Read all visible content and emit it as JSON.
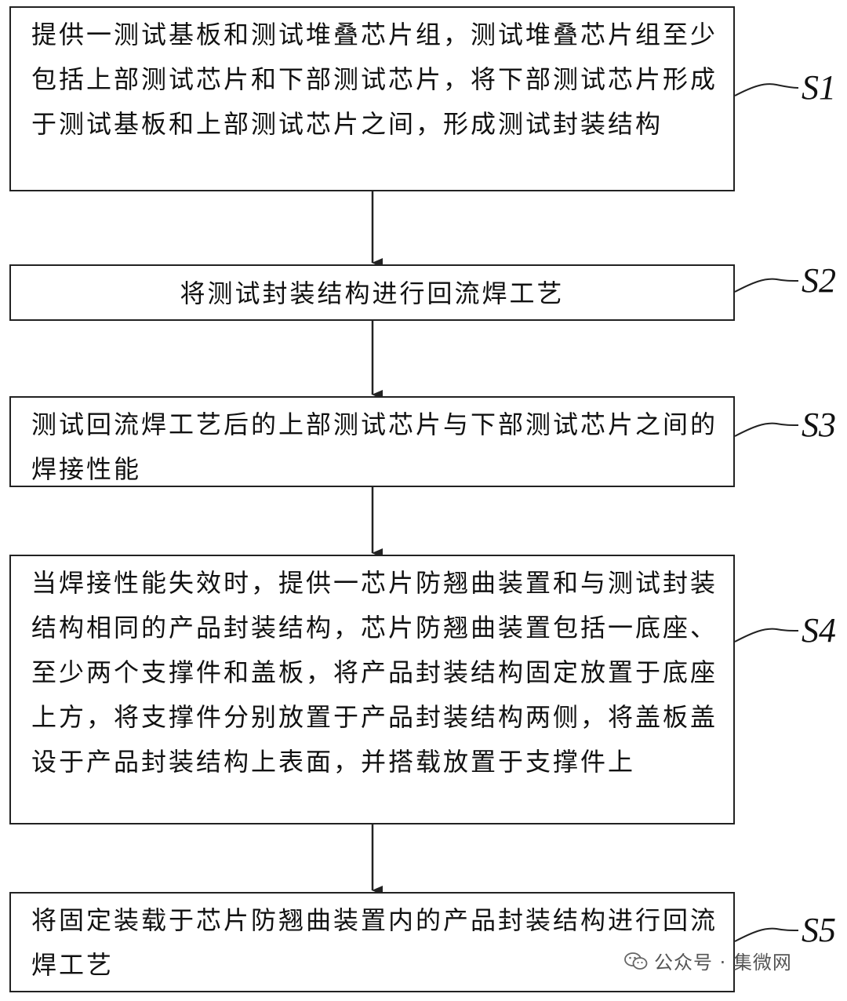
{
  "steps": [
    {
      "id": "S1",
      "text": "提供一测试基板和测试堆叠芯片组，测试堆叠芯片组至少包括上部测试芯片和下部测试芯片，将下部测试芯片形成于测试基板和上部测试芯片之间，形成测试封装结构"
    },
    {
      "id": "S2",
      "text": "将测试封装结构进行回流焊工艺"
    },
    {
      "id": "S3",
      "text": "测试回流焊工艺后的上部测试芯片与下部测试芯片之间的焊接性能"
    },
    {
      "id": "S4",
      "text": "当焊接性能失效时，提供一芯片防翘曲装置和与测试封装结构相同的产品封装结构，芯片防翘曲装置包括一底座、至少两个支撑件和盖板，将产品封装结构固定放置于底座上方，将支撑件分别放置于产品封装结构两侧，将盖板盖设于产品封装结构上表面，并搭载放置于支撑件上"
    },
    {
      "id": "S5",
      "text": "将固定装载于芯片防翘曲装置内的产品封装结构进行回流焊工艺"
    }
  ],
  "watermark": {
    "icon": "wechat-icon",
    "text": "公众号 · 集微网"
  }
}
